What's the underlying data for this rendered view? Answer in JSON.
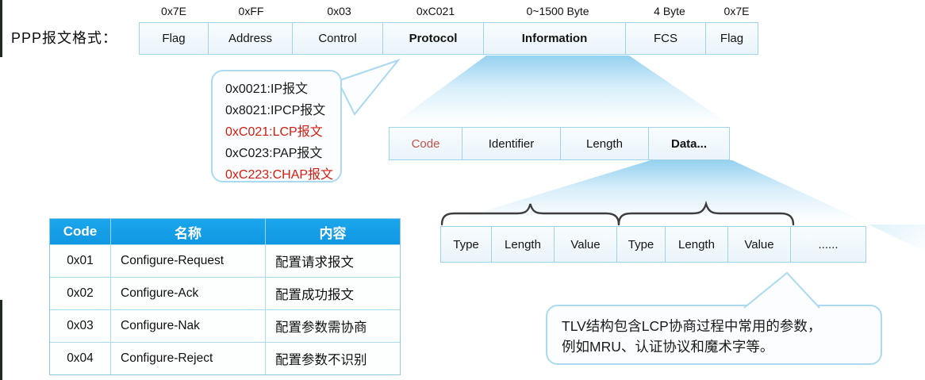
{
  "page_title": "PPP报文格式：",
  "colors": {
    "accent_blue": "#18a0e8",
    "light_blue_border": "#abdaf0",
    "highlight_red": "#d21c10",
    "code_field_red": "#c4524a"
  },
  "ppp_frame": {
    "fields": [
      {
        "value_label": "0x7E",
        "name": "Flag"
      },
      {
        "value_label": "0xFF",
        "name": "Address"
      },
      {
        "value_label": "0x03",
        "name": "Control"
      },
      {
        "value_label": "0xC021",
        "name": "Protocol"
      },
      {
        "value_label": "0~1500 Byte",
        "name": "Information"
      },
      {
        "value_label": "4 Byte",
        "name": "FCS"
      },
      {
        "value_label": "0x7E",
        "name": "Flag"
      }
    ]
  },
  "protocol_callout": {
    "items": [
      {
        "text": "0x0021:IP报文",
        "highlight": false
      },
      {
        "text": "0x8021:IPCP报文",
        "highlight": false
      },
      {
        "text": "0xC021:LCP报文",
        "highlight": true
      },
      {
        "text": "0xC023:PAP报文",
        "highlight": false
      },
      {
        "text": "0xC223:CHAP报文",
        "highlight": true
      }
    ]
  },
  "lcp_frame": {
    "fields": [
      {
        "name": "Code"
      },
      {
        "name": "Identifier"
      },
      {
        "name": "Length"
      },
      {
        "name": "Data..."
      }
    ]
  },
  "tlv_row": {
    "fields": [
      {
        "name": "Type"
      },
      {
        "name": "Length"
      },
      {
        "name": "Value"
      },
      {
        "name": "Type"
      },
      {
        "name": "Length"
      },
      {
        "name": "Value"
      },
      {
        "name": "......"
      }
    ]
  },
  "code_table": {
    "headers": [
      "Code",
      "名称",
      "内容"
    ],
    "rows": [
      [
        "0x01",
        "Configure-Request",
        "配置请求报文"
      ],
      [
        "0x02",
        "Configure-Ack",
        "配置成功报文"
      ],
      [
        "0x03",
        "Configure-Nak",
        "配置参数需协商"
      ],
      [
        "0x04",
        "Configure-Reject",
        "配置参数不识别"
      ]
    ]
  },
  "tlv_callout": {
    "line1": "TLV结构包含LCP协商过程中常用的参数，",
    "line2": "例如MRU、认证协议和魔术字等。"
  }
}
